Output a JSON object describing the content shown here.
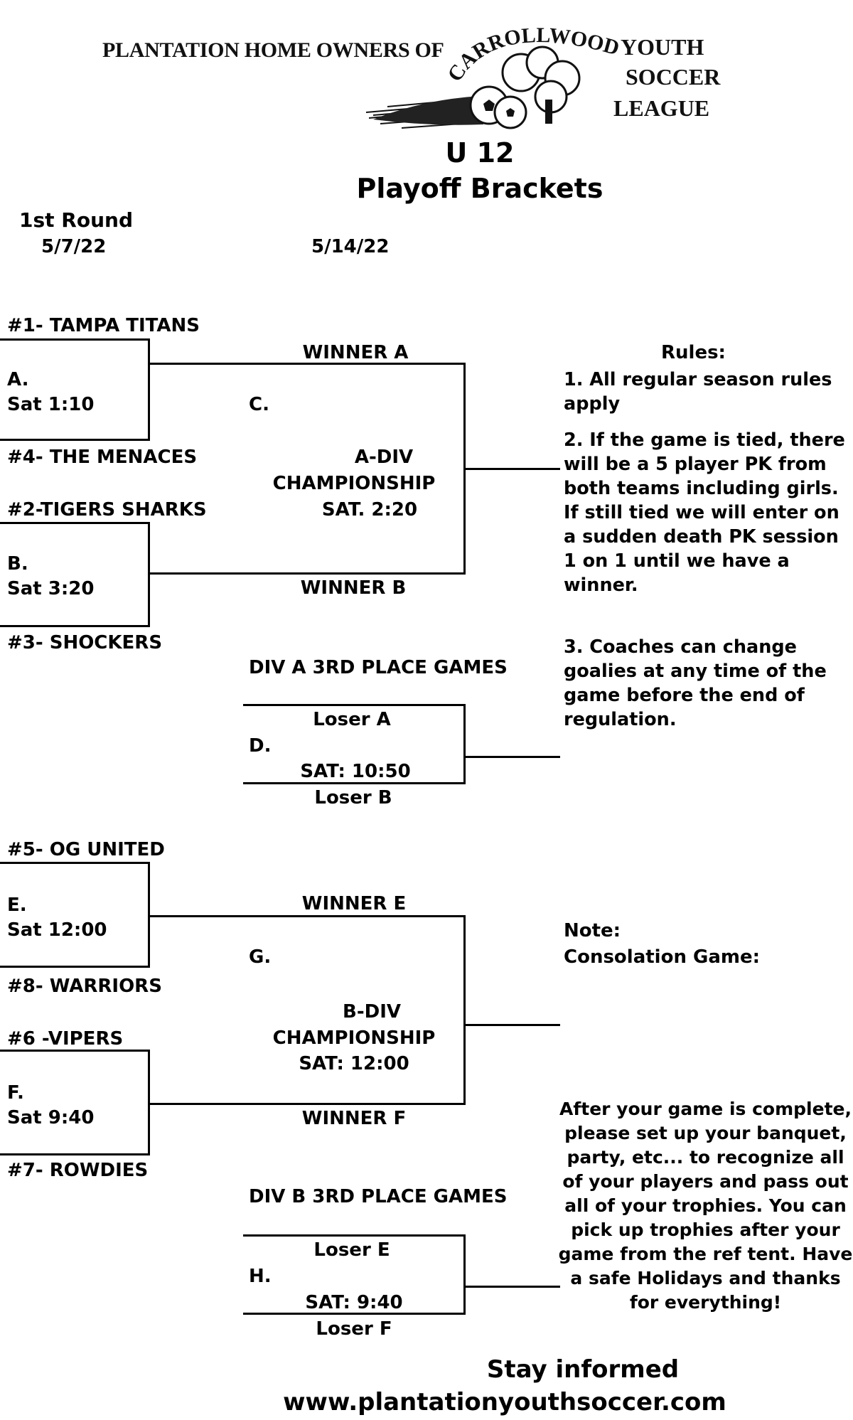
{
  "header": {
    "logo_left": "PLANTATION HOME OWNERS OF",
    "logo_arc": "CARROLLWOOD",
    "logo_right": [
      "YOUTH",
      "SOCCER",
      "LEAGUE"
    ],
    "age_group": "U 12",
    "title": "Playoff Brackets"
  },
  "rounds": {
    "round_label": "1st Round",
    "round1_date": "5/7/22",
    "round2_date": "5/14/22"
  },
  "div_a": {
    "team1": "#1- TAMPA TITANS",
    "game_a_letter": "A.",
    "game_a_time": "Sat 1:10",
    "team4": "#4- THE MENACES",
    "team2": "#2-TIGERS SHARKS",
    "game_b_letter": "B.",
    "game_b_time": "Sat 3:20",
    "team3": "#3- SHOCKERS",
    "winner_a": "WINNER A",
    "game_c_letter": "C.",
    "champ_div": "A-DIV",
    "champ_label": "CHAMPIONSHIP",
    "champ_time": "SAT. 2:20",
    "winner_b": "WINNER B",
    "third_title": "DIV A 3RD PLACE GAMES",
    "loser_a": "Loser A",
    "game_d_letter": "D.",
    "third_time": "SAT: 10:50",
    "loser_b": "Loser B"
  },
  "div_b": {
    "team5": "#5- OG UNITED",
    "game_e_letter": "E.",
    "game_e_time": "Sat 12:00",
    "team8": "#8- WARRIORS",
    "team6": "#6 -VIPERS",
    "game_f_letter": "F.",
    "game_f_time": "Sat 9:40",
    "team7": "#7- ROWDIES",
    "winner_e": "WINNER E",
    "game_g_letter": "G.",
    "champ_div": "B-DIV",
    "champ_label": "CHAMPIONSHIP",
    "champ_time": "SAT: 12:00",
    "winner_f": "WINNER F",
    "third_title": "DIV B 3RD PLACE GAMES",
    "loser_e": "Loser E",
    "game_h_letter": "H.",
    "third_time": "SAT: 9:40",
    "loser_f": "Loser F"
  },
  "rules": {
    "heading": "Rules:",
    "rule1": "1. All regular season rules apply",
    "rule2": "2. If the game is tied, there will be a 5 player PK from both teams including girls. If still tied we will enter on a sudden death PK session 1 on 1 until we have a winner.",
    "rule3": "3. Coaches can change goalies at any time of the game before the end of regulation."
  },
  "note": {
    "label": "Note:",
    "consolation": "Consolation Game:"
  },
  "closing": "After your game is complete, please set up your banquet, party, etc... to recognize all of your players and pass out all of your trophies. You can pick up trophies after your game from the ref tent.   Have a safe Holidays and thanks for everything!",
  "footer": {
    "stay": "Stay informed",
    "url": "www.plantationyouthsoccer.com"
  }
}
